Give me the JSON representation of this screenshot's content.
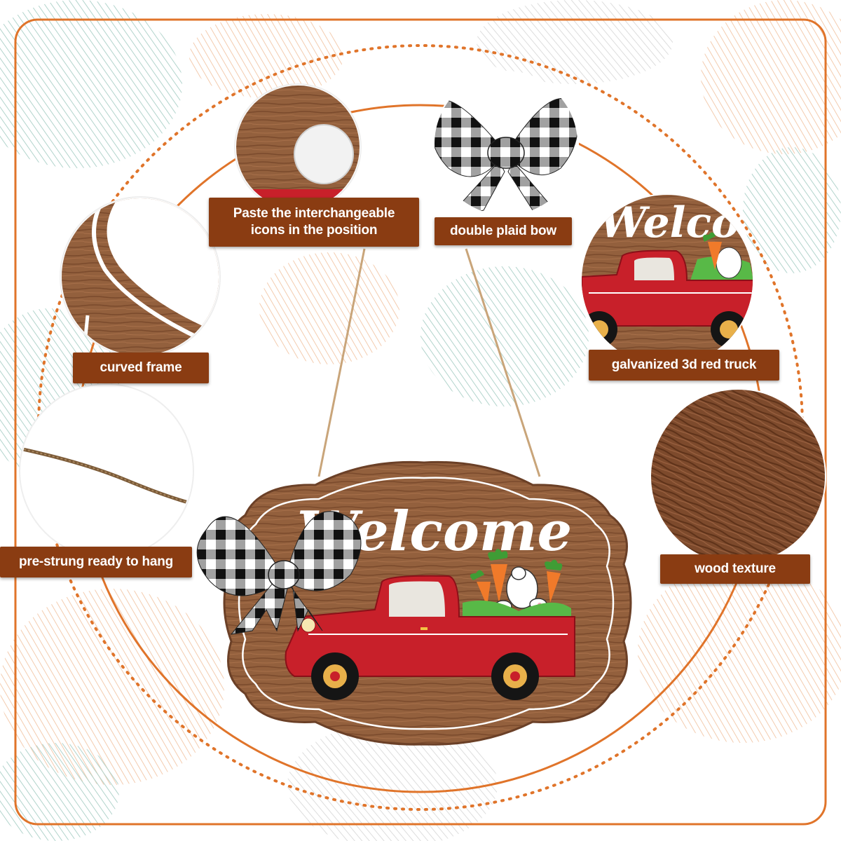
{
  "labels": {
    "paste_icons": "Paste the interchangeable icons in the position",
    "double_plaid_bow": "double plaid bow",
    "curved_frame": "curved frame",
    "red_truck": "galvanized 3d red truck",
    "pre_strung": "pre-strung ready to hang",
    "wood_texture": "wood texture"
  },
  "sign": {
    "greeting": "Welcome",
    "detail_greeting": "Welco"
  },
  "colors": {
    "label_bg": "#8a3c12",
    "frame_orange": "#e0742a",
    "wood": "#8f5e3c",
    "wood_dark": "#6b4027",
    "truck_red": "#c8202a"
  }
}
